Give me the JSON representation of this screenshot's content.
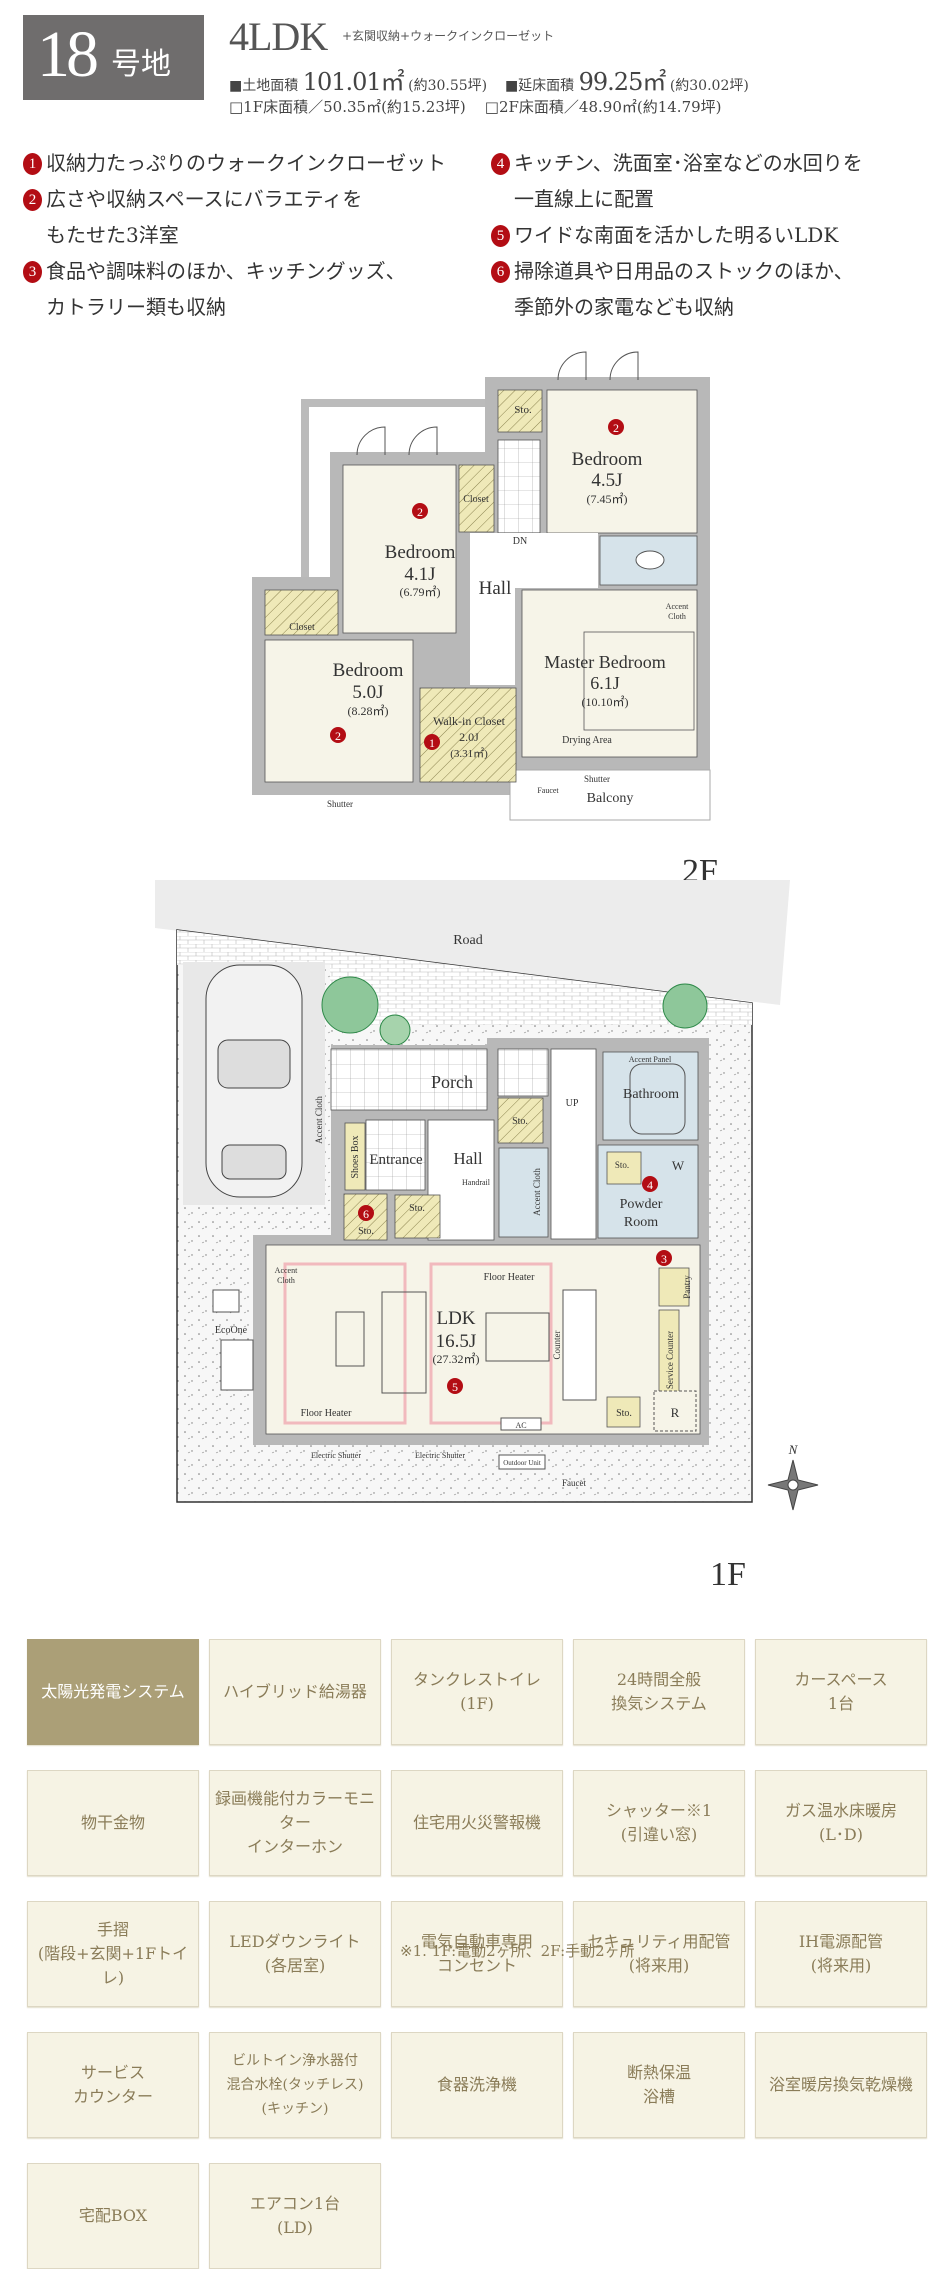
{
  "header": {
    "lot_number": "18",
    "lot_suffix": "号地",
    "layout": "4LDK",
    "layout_extra": "+玄関収納+ウォークインクローゼット",
    "land_area_label": "■土地面積",
    "land_area_value": "101.01㎡",
    "land_area_tsubo": "(約30.55坪)",
    "floor_area_label": "■延床面積",
    "floor_area_value": "99.25㎡",
    "floor_area_tsubo": "(約30.02坪)",
    "floor1_area": "□1F床面積／50.35㎡(約15.23坪)",
    "floor2_area": "□2F床面積／48.90㎡(約14.79坪)"
  },
  "points": [
    {
      "num": "1",
      "lines": [
        "収納力たっぷりのウォークインクローゼット"
      ]
    },
    {
      "num": "2",
      "lines": [
        "広さや収納スペースにバラエティを",
        "もたせた3洋室"
      ]
    },
    {
      "num": "3",
      "lines": [
        "食品や調味料のほか、キッチングッズ、",
        "カトラリー類も収納"
      ]
    },
    {
      "num": "4",
      "lines": [
        "キッチン、洗面室･浴室などの水回りを",
        "一直線上に配置"
      ]
    },
    {
      "num": "5",
      "lines": [
        "ワイドな南面を活かした明るいLDK"
      ]
    },
    {
      "num": "6",
      "lines": [
        "掃除道具や日用品のストックのほか、",
        "季節外の家電なども収納"
      ]
    }
  ],
  "plan2f": {
    "floor_label": "2F",
    "sto": "Sto.",
    "bedroom": "Bedroom",
    "bed45_size": "4.5J",
    "bed45_area": "(7.45㎡)",
    "closet": "Closet",
    "dn": "DN",
    "bed41_size": "4.1J",
    "bed41_area": "(6.79㎡)",
    "hall": "Hall",
    "bed50_size": "5.0J",
    "bed50_area": "(8.28㎡)",
    "wic": "Walk-in Closet",
    "wic_size": "2.0J",
    "wic_area": "(3.31㎡)",
    "master": "Master Bedroom",
    "master_size": "6.1J",
    "master_area": "(10.10㎡)",
    "accent": "Accent",
    "cloth": "Cloth",
    "drying": "Drying Area",
    "shutter": "Shutter",
    "balcony": "Balcony",
    "faucet": "Faucet",
    "badges": [
      "2",
      "2",
      "2",
      "1"
    ]
  },
  "plan1f": {
    "floor_label": "1F",
    "road": "Road",
    "porch": "Porch",
    "entrance": "Entrance",
    "hall": "Hall",
    "shoes_box": "Shoes Box",
    "handrail": "Handrail",
    "sto": "Sto.",
    "up": "UP",
    "accent_cloth": "Accent Cloth",
    "accent": "Accent",
    "cloth": "Cloth",
    "accent_panel": "Accent Panel",
    "bathroom": "Bathroom",
    "w": "W",
    "powder": "Powder",
    "room": "Room",
    "pantry": "Pantry",
    "ldk": "LDK",
    "ldk_size": "16.5J",
    "ldk_area": "(27.32㎡)",
    "floor_heater": "Floor Heater",
    "ecoone": "EcoOne",
    "counter": "Counter",
    "service_counter": "Service Counter",
    "r": "R",
    "ac": "AC",
    "electric_shutter": "Electric Shutter",
    "outdoor_unit": "Outdoor Unit",
    "faucet": "Faucet",
    "north": "N",
    "badges": [
      "6",
      "4",
      "3",
      "5"
    ]
  },
  "features": [
    {
      "lines": [
        "太陽光発電システム"
      ],
      "highlighted": true
    },
    {
      "lines": [
        "ハイブリッド給湯器"
      ]
    },
    {
      "lines": [
        "タンクレストイレ",
        "(1F)"
      ]
    },
    {
      "lines": [
        "24時間全般",
        "換気システム"
      ]
    },
    {
      "lines": [
        "カースペース",
        "1台"
      ]
    },
    {
      "lines": [
        "物干金物"
      ]
    },
    {
      "lines": [
        "録画機能付カラーモニター",
        "インターホン"
      ]
    },
    {
      "lines": [
        "住宅用火災警報機"
      ]
    },
    {
      "lines": [
        "シャッター※1",
        "(引違い窓)"
      ]
    },
    {
      "lines": [
        "ガス温水床暖房",
        "(L･D)"
      ]
    },
    {
      "lines": [
        "手摺",
        "(階段+玄関+1Fトイレ)"
      ]
    },
    {
      "lines": [
        "LEDダウンライト",
        "(各居室)"
      ]
    },
    {
      "lines": [
        "電気自動車専用",
        "コンセント"
      ]
    },
    {
      "lines": [
        "セキュリティ用配管",
        "(将来用)"
      ]
    },
    {
      "lines": [
        "IH電源配管",
        "(将来用)"
      ]
    },
    {
      "lines": [
        "サービス",
        "カウンター"
      ]
    },
    {
      "lines": [
        "ビルトイン浄水器付",
        "混合水栓(タッチレス)",
        "(キッチン)"
      ]
    },
    {
      "lines": [
        "食器洗浄機"
      ]
    },
    {
      "lines": [
        "断熱保温",
        "浴槽"
      ]
    },
    {
      "lines": [
        "浴室暖房換気乾燥機"
      ]
    },
    {
      "lines": [
        "宅配BOX"
      ]
    },
    {
      "lines": [
        "エアコン1台",
        "(LD)"
      ]
    }
  ],
  "note": "※1. 1F:電動2ヶ所、2F:手動2ヶ所",
  "colors": {
    "badge": "#b30d14",
    "lot_box": "#6f6d6d",
    "feature_bg": "#f6f3e4",
    "feature_text": "#8a7c58",
    "feature_active": "#ab9f77",
    "storage": "#efe9b8",
    "wet_area": "#d6e3ea",
    "wall": "#b5b5b5",
    "floor": "#f6f4e8"
  }
}
